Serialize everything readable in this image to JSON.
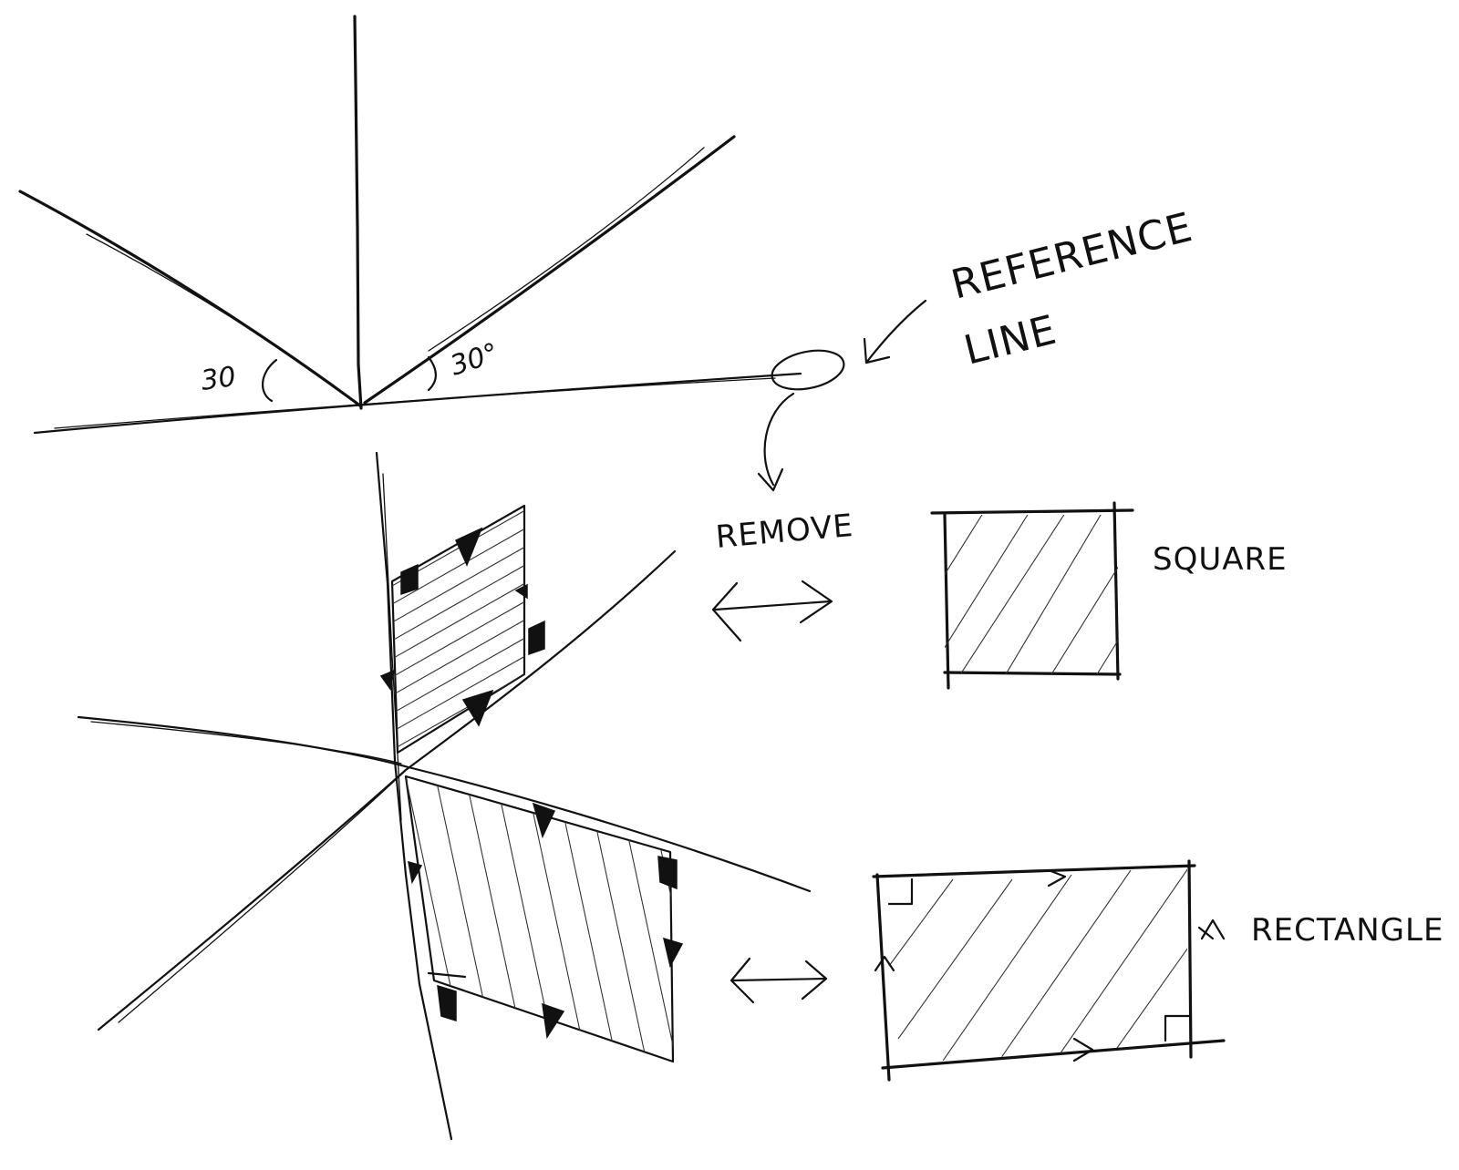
{
  "labels": {
    "reference": "REFERENCE",
    "line": "LINE",
    "remove": "REMOVE",
    "square": "SQUARE",
    "rectangle": "RECTANGLE",
    "angle_left": "30",
    "angle_right": "30°"
  }
}
